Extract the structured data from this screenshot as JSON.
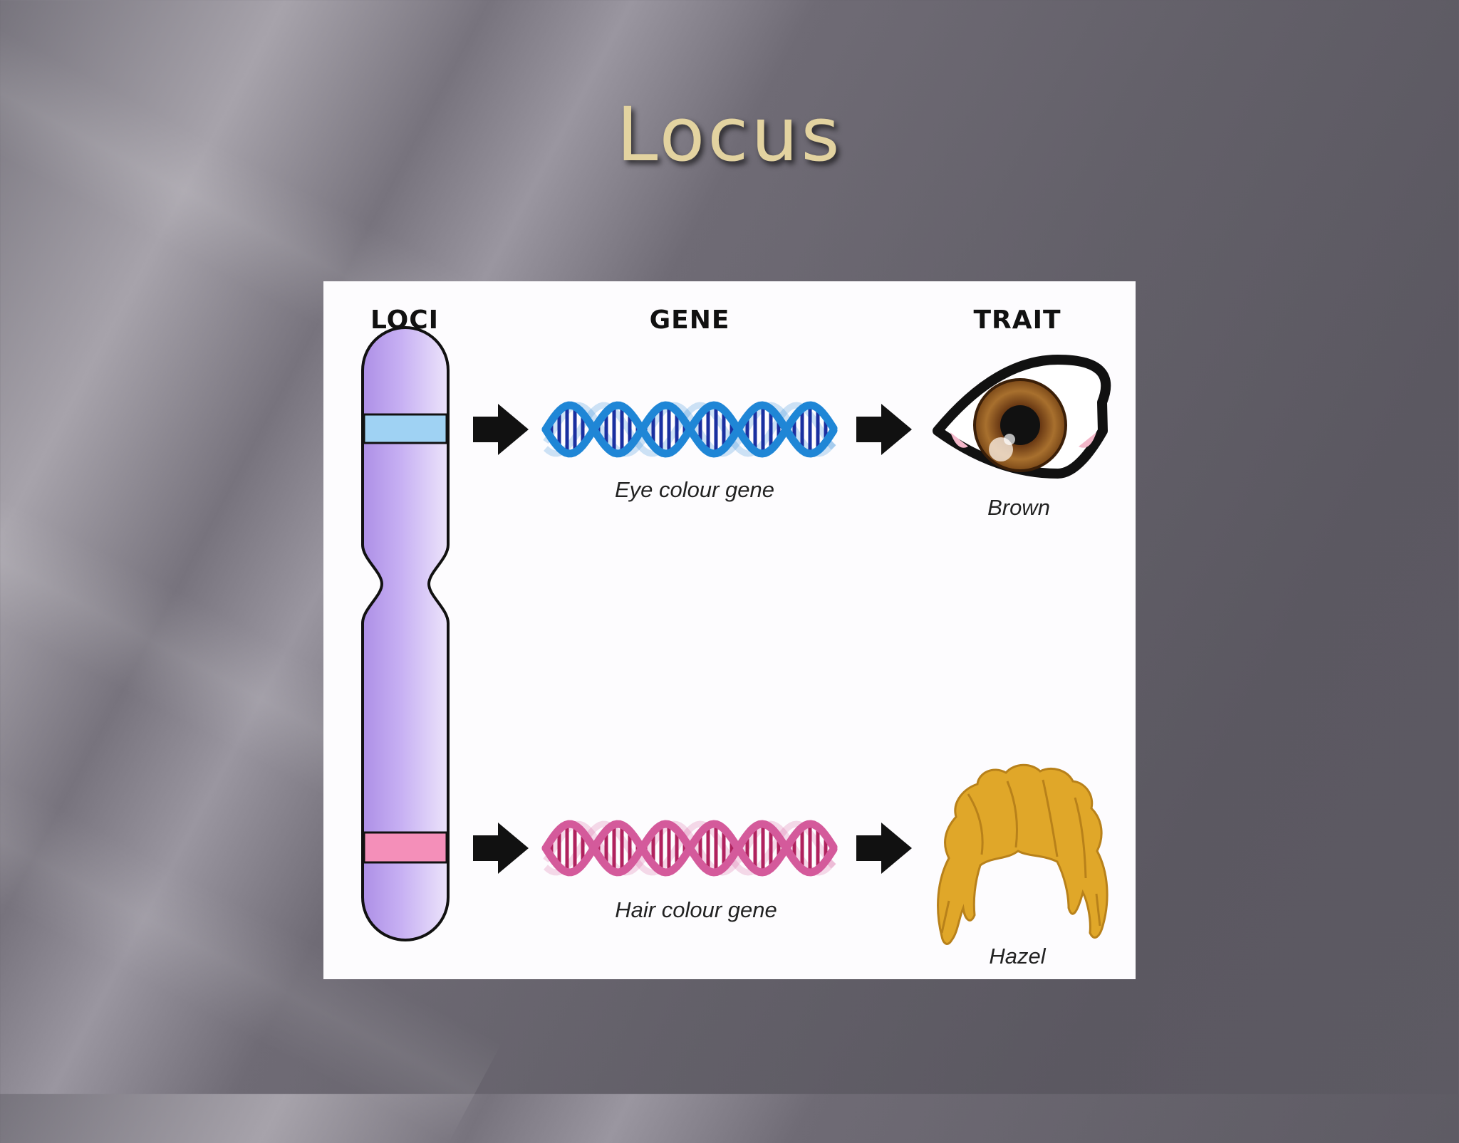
{
  "slide": {
    "title": "Locus"
  },
  "diagram": {
    "headers": {
      "loci": "LOCI",
      "gene": "GENE",
      "trait": "TRAIT"
    },
    "rows": [
      {
        "gene_label": "Eye colour gene",
        "trait_label": "Brown",
        "band_color": "#9fd2f3",
        "helix_color": "#1f86d6",
        "rung_color": "#1a2fa0",
        "icon": "eye-icon"
      },
      {
        "gene_label": "Hair colour gene",
        "trait_label": "Hazel",
        "band_color": "#f48fb9",
        "helix_color": "#d45a9b",
        "rung_color": "#b0225e",
        "icon": "hair-icon"
      }
    ],
    "chromosome_color": "#c3a9f2",
    "arrow_icon": "right-arrow-icon"
  }
}
